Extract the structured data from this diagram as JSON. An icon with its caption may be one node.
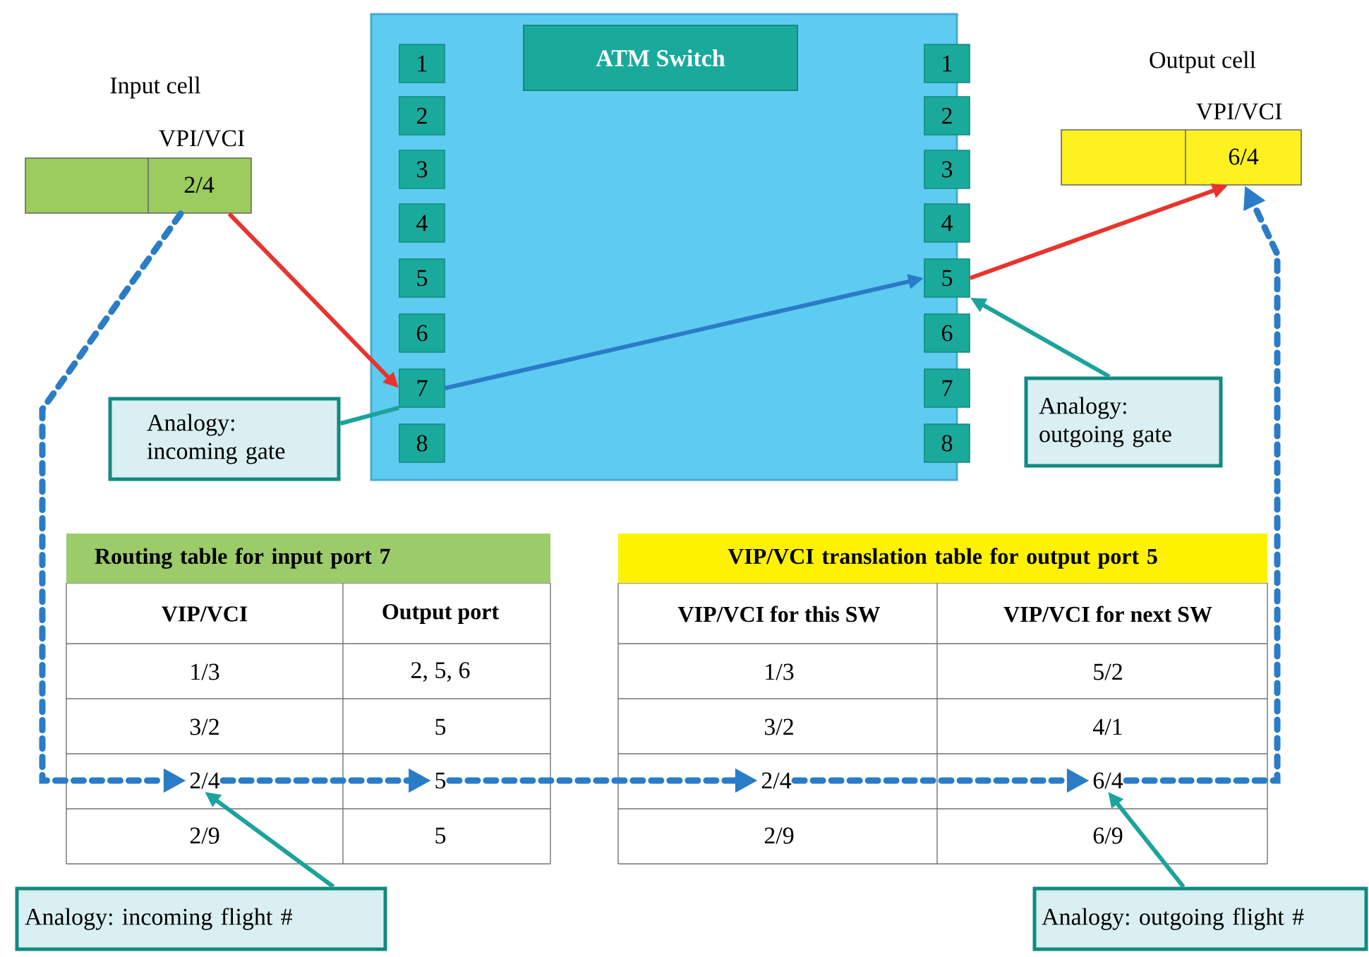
{
  "diagram": {
    "nodes": [
      {
        "text": [],
        "shape": "box"
      },
      {
        "text": [
          "ATM Switch"
        ],
        "in": 0
      },
      {
        "text": [
          "1"
        ],
        "in": 0
      },
      {
        "text": [
          "2"
        ],
        "in": 0
      },
      {
        "text": [
          "3"
        ],
        "in": 0
      },
      {
        "text": [
          "4"
        ],
        "in": 0
      },
      {
        "text": [
          "5"
        ],
        "in": 0
      },
      {
        "text": [
          "6"
        ],
        "in": 0
      },
      {
        "text": [
          "7"
        ],
        "in": 0
      },
      {
        "text": [
          "8"
        ],
        "in": 0
      },
      {
        "text": [
          "1"
        ],
        "in": 0
      },
      {
        "text": [
          "2"
        ],
        "in": 0
      },
      {
        "text": [
          "3"
        ],
        "in": 0
      },
      {
        "text": [
          "4"
        ],
        "in": 0
      },
      {
        "text": [
          "5"
        ],
        "in": 0
      },
      {
        "text": [
          "6"
        ],
        "in": 0
      },
      {
        "text": [
          "7"
        ],
        "in": 0
      },
      {
        "text": [
          "8"
        ],
        "in": 0
      },
      {
        "text": [
          "Input cell",
          "VPI/VCI",
          "2/4"
        ]
      },
      {
        "text": [
          "Output cell",
          "VPI/VCI",
          "6/4"
        ]
      },
      {
        "text": [
          "Analogy: incoming gate"
        ]
      },
      {
        "text": [
          "Analogy: outgoing gate"
        ]
      },
      {
        "text": [
          "Analogy: incoming flight #"
        ]
      },
      {
        "text": [
          "Analogy: outgoing flight #"
        ]
      },
      {
        "text": [
          "Routing table for input port 7"
        ]
      },
      {
        "text": [
          "VIP/VCI translation table for output port 5"
        ]
      },
      {
        "text": [
          "2/4"
        ]
      },
      {
        "text": [
          "5"
        ]
      },
      {
        "text": [
          "2/4"
        ]
      },
      {
        "text": [
          "6/4"
        ]
      }
    ],
    "edges": [
      {
        "from": 18,
        "to": 8,
        "arrow": "to",
        "color": "#e8342e"
      },
      {
        "from": 8,
        "to": 14,
        "arrow": "to"
      },
      {
        "from": 14,
        "to": 19,
        "arrow": "to",
        "color": "#e8342e"
      },
      {
        "from": 20,
        "to": 8,
        "arrow": "none",
        "color": "#1ba39c"
      },
      {
        "from": 21,
        "to": 14,
        "arrow": "to",
        "color": "#1ba39c"
      },
      {
        "from": 22,
        "to": 26,
        "arrow": "to",
        "color": "#1ba39c"
      },
      {
        "from": 23,
        "to": 29,
        "arrow": "to",
        "color": "#1ba39c"
      },
      {
        "from": 18,
        "to": 26,
        "arrow": "to",
        "style": "dashed"
      },
      {
        "from": 26,
        "to": 27,
        "arrow": "to",
        "style": "dashed"
      },
      {
        "from": 27,
        "to": 28,
        "arrow": "to",
        "style": "dashed"
      },
      {
        "from": 28,
        "to": 29,
        "arrow": "to",
        "style": "dashed"
      },
      {
        "from": 29,
        "to": 19,
        "arrow": "to",
        "style": "dashed"
      }
    ],
    "labels": [
      "VIP/VCI",
      "Output port",
      "1/3",
      "2, 5, 6",
      "3/2",
      "5",
      "2/9",
      "5",
      "VIP/VCI for this SW",
      "VIP/VCI for next SW",
      "1/3",
      "5/2",
      "3/2",
      "4/1",
      "2/9",
      "6/9"
    ]
  }
}
